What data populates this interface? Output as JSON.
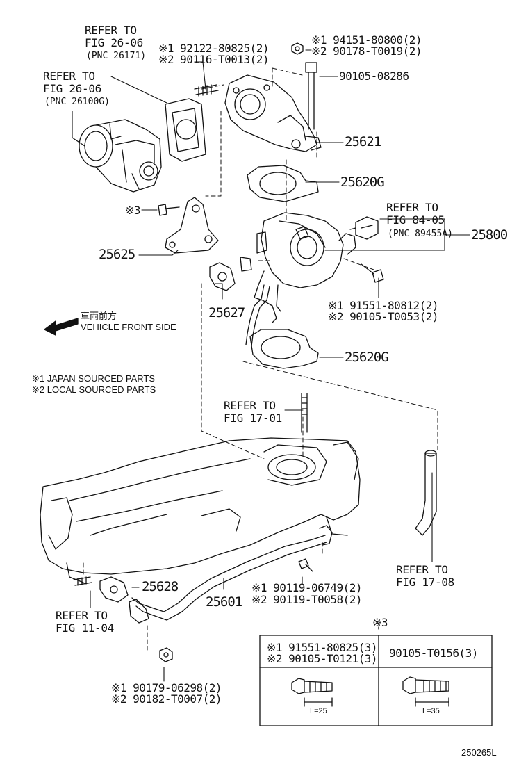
{
  "refs": {
    "fig_26_06_a": [
      "REFER TO",
      "FIG 26-06",
      "(PNC 26171)"
    ],
    "fig_26_06_b": [
      "REFER TO",
      "FIG 26-06",
      "(PNC 26100G)"
    ],
    "fig_84_05": [
      "REFER TO",
      "FIG 84-05",
      "(PNC 89455A)"
    ],
    "fig_17_01": [
      "REFER TO",
      "FIG 17-01"
    ],
    "fig_17_08": [
      "REFER TO",
      "FIG 17-08"
    ],
    "fig_11_04": [
      "REFER TO",
      "FIG 11-04"
    ]
  },
  "parts": {
    "p1": [
      "※1 92122-80825(2)",
      "※2 90116-T0013(2)"
    ],
    "p2": [
      "※1 94151-80800(2)",
      "※2 90178-T0019(2)"
    ],
    "p3": "90105-08286",
    "p4": "25621",
    "p5": "25620G",
    "p6": "25625",
    "p7": "25800",
    "p8": [
      "※1 91551-80812(2)",
      "※2 90105-T0053(2)"
    ],
    "p9": "25627",
    "p10": "25620G",
    "p11": "25628",
    "p12": "25601",
    "p13": [
      "※1 90119-06749(2)",
      "※2 90119-T0058(2)"
    ],
    "p14": [
      "※1 90179-06298(2)",
      "※2 90182-T0007(2)"
    ],
    "mark3": "※3"
  },
  "direction": {
    "jp": "車両前方",
    "en": "VEHICLE FRONT SIDE"
  },
  "legend": [
    "※1 JAPAN SOURCED PARTS",
    "※2 LOCAL SOURCED PARTS"
  ],
  "table": {
    "mark": "※3",
    "left": [
      "※1 91551-80825(3)",
      "※2 90105-T0121(3)"
    ],
    "right": "90105-T0156(3)",
    "left_len": "L=25",
    "right_len": "L=35"
  },
  "diagram_code": "250265L"
}
